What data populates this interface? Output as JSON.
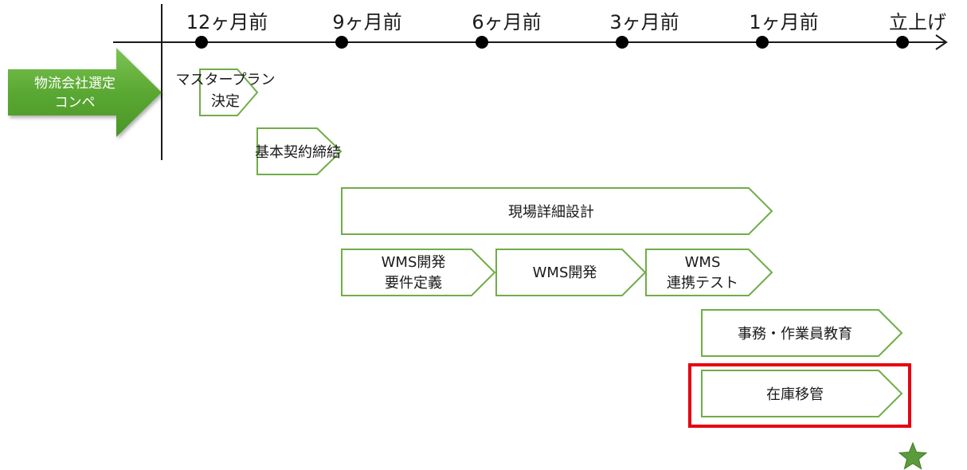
{
  "timeline": {
    "milestones": [
      {
        "label": "12ヶ月前"
      },
      {
        "label": "9ヶ月前"
      },
      {
        "label": "6ヶ月前"
      },
      {
        "label": "3ヶ月前"
      },
      {
        "label": "1ヶ月前"
      },
      {
        "label": "立上げ"
      }
    ]
  },
  "start_arrow": {
    "lines": [
      "物流会社選定",
      "コンペ"
    ]
  },
  "tasks": {
    "master_plan": {
      "lines": [
        "マスタープラン",
        "決定"
      ]
    },
    "contract": {
      "lines": [
        "基本契約締結"
      ]
    },
    "site_design": {
      "lines": [
        "現場詳細設計"
      ]
    },
    "wms_requirements": {
      "lines": [
        "WMS開発",
        "要件定義"
      ]
    },
    "wms_dev": {
      "lines": [
        "WMS開発"
      ]
    },
    "wms_test": {
      "lines": [
        "WMS",
        "連携テスト"
      ]
    },
    "training": {
      "lines": [
        "事務・作業員教育"
      ]
    },
    "inventory_transfer": {
      "lines": [
        "在庫移管"
      ]
    }
  },
  "colors": {
    "task_border": "#70ad47",
    "start_arrow_fill": "#5aa832",
    "highlight_border": "#e60012",
    "star_fill": "#5a9b3c",
    "axis": "#1a1a1a"
  },
  "icons": {
    "goal": "star-icon"
  }
}
